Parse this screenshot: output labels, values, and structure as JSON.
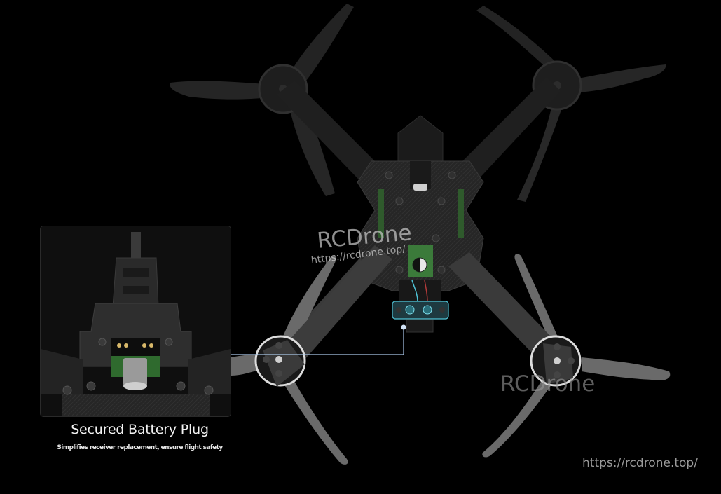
{
  "feature": {
    "title": "Secured Battery Plug",
    "description": "Simplifies receiver replacement, ensure flight safety"
  },
  "watermarks": {
    "brand_center": "RCDrone",
    "url_center": "https://rcdrone.top/",
    "brand_lower_right": "RCDrone",
    "url_corner": "https://rcdrone.top/"
  },
  "colors": {
    "background": "#000000",
    "callout_line": "#a9c6e8",
    "highlight_cyan": "#4fc3d6",
    "prop_front": "#6e6e6e",
    "prop_rear": "#2a2a2a",
    "frame": "#2b2b2b",
    "pcb_green": "#3b7a3a"
  },
  "illustration": {
    "subject": "fpv-drone-top-view",
    "highlighted_part": "battery-plug",
    "motors": 4,
    "propeller_blades": 3
  }
}
